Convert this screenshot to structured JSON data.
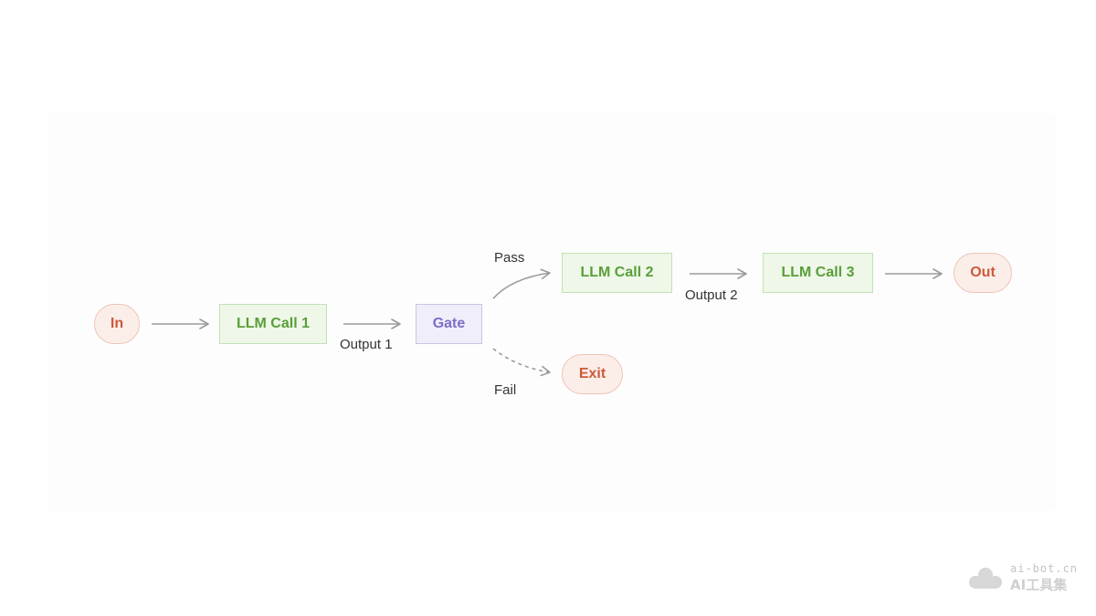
{
  "diagram": {
    "nodes": {
      "in": "In",
      "llm_call_1": "LLM Call 1",
      "gate": "Gate",
      "llm_call_2": "LLM Call 2",
      "llm_call_3": "LLM Call 3",
      "out": "Out",
      "exit": "Exit"
    },
    "edges": {
      "output_1": "Output 1",
      "output_2": "Output 2",
      "pass": "Pass",
      "fail": "Fail"
    }
  },
  "colors": {
    "pill_fill": "#fbeee9",
    "pill_stroke": "#f0c2b4",
    "pill_text": "#cc5a3a",
    "llm_fill": "#eef7e8",
    "llm_stroke": "#c4e2b3",
    "llm_text": "#5a9e3a",
    "gate_fill": "#efeef9",
    "gate_stroke": "#c8c5e8",
    "gate_text": "#7b6ec8",
    "arrow": "#9b9b9b"
  },
  "watermark": {
    "text": "ai-bot.cn",
    "logo": "AI工具集"
  }
}
